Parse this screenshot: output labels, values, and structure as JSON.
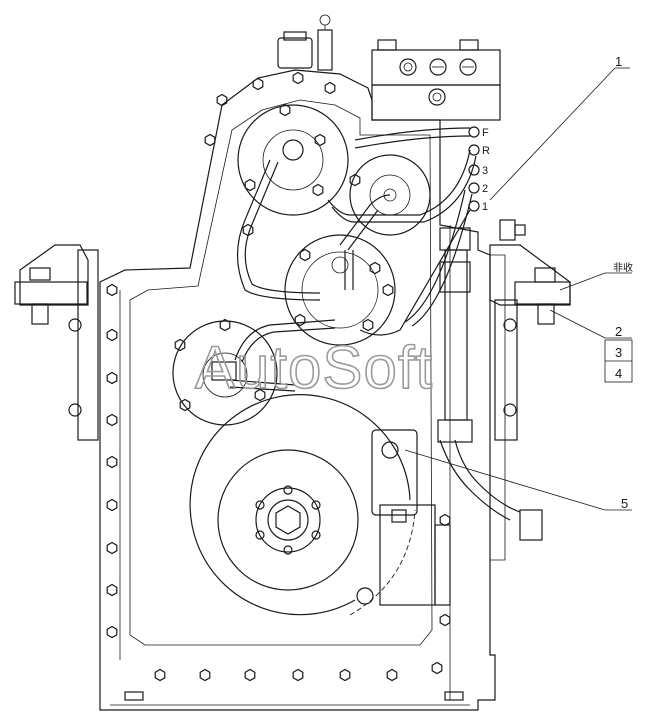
{
  "watermark": "AutoSoft",
  "ports": [
    "F",
    "R",
    "3",
    "2",
    "1"
  ],
  "callouts": {
    "c1": "1",
    "c_cn": "非收",
    "c2": "2",
    "c3": "3",
    "c4": "4",
    "c5": "5"
  }
}
